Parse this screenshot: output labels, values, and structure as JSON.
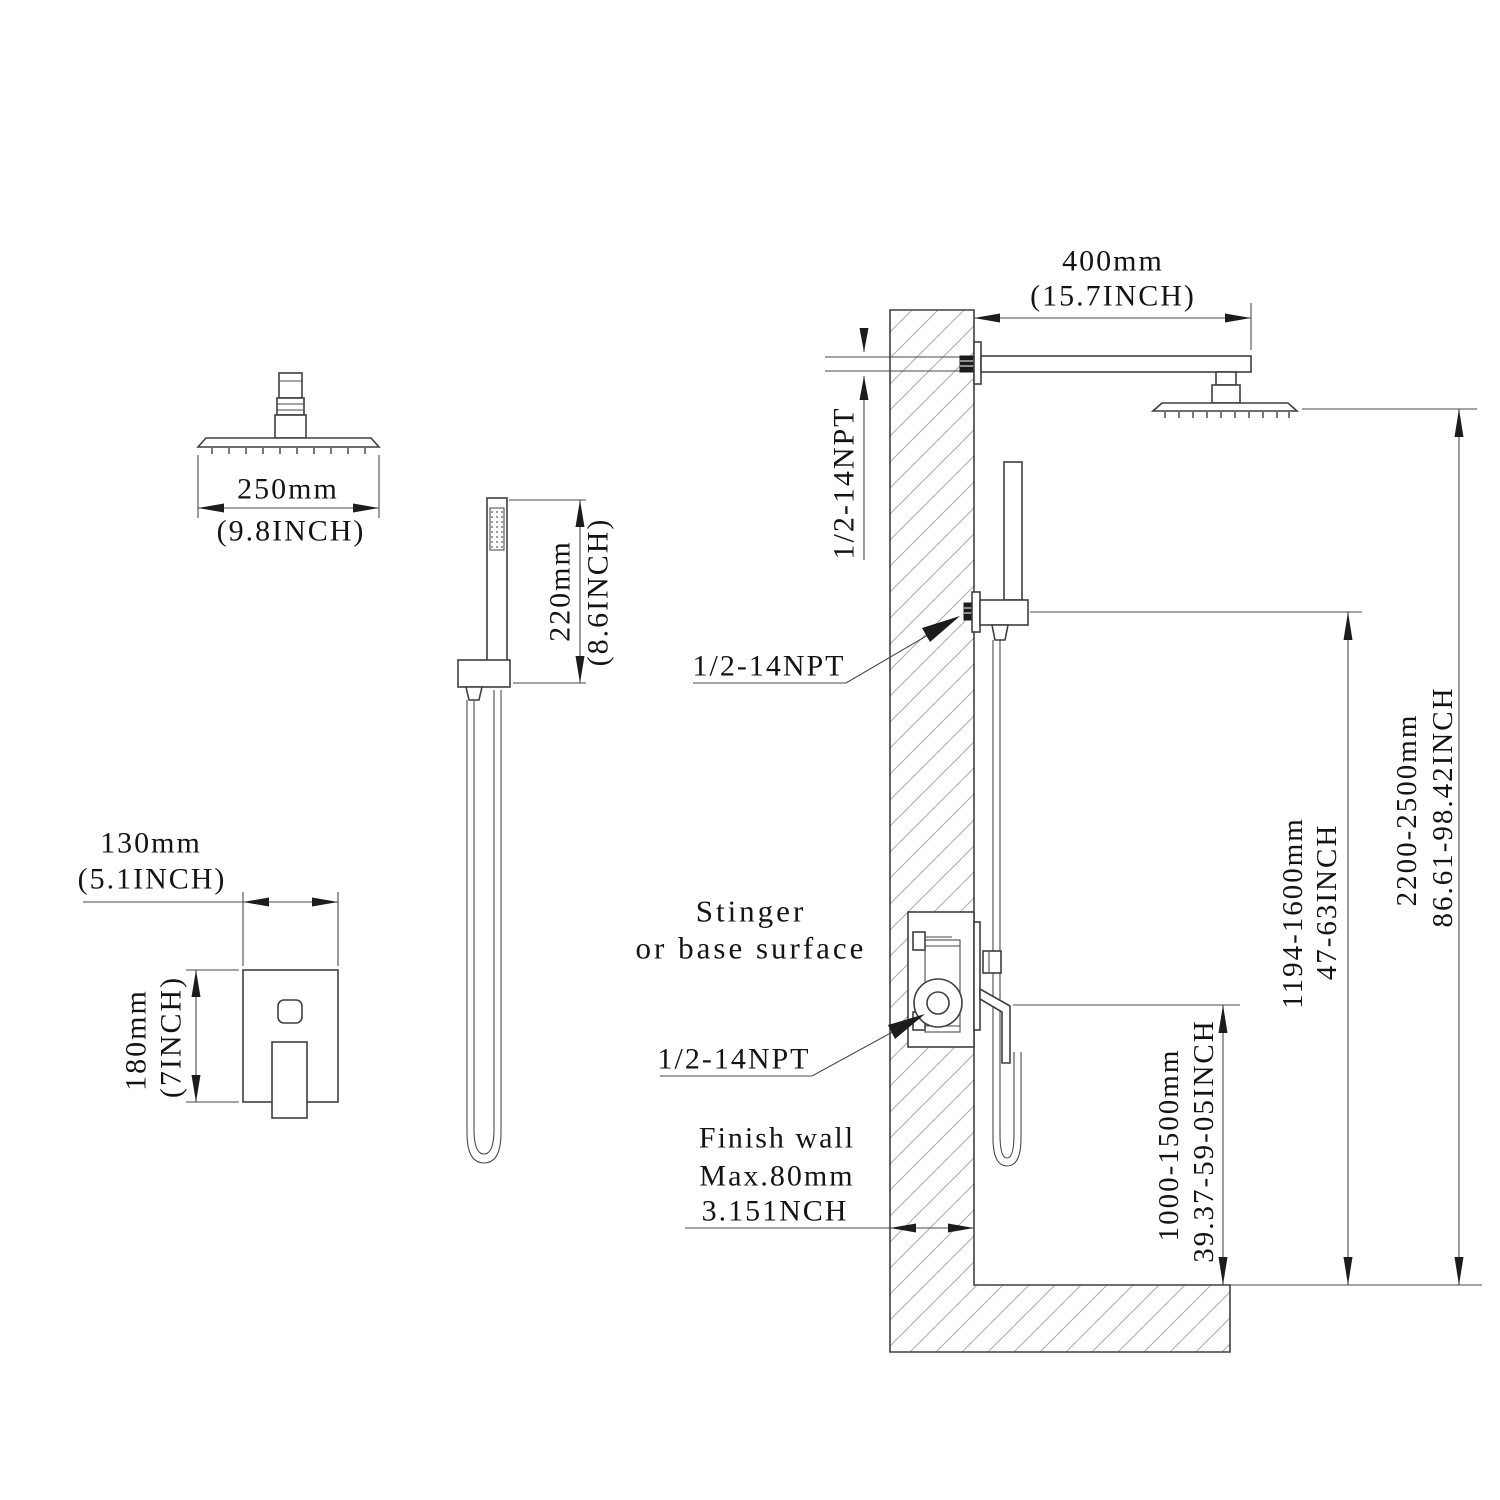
{
  "meta": {
    "drawing_type": "shower-system-installation-dimension-diagram",
    "background": "#ffffff",
    "line_color": "#3f3f3f",
    "hatch_color": "#aaaaaa",
    "text_color": "#141414"
  },
  "labels": {
    "arm_length_mm": "400mm",
    "arm_length_inch": "(15.7INCH)",
    "arm_thread": "1/2-14NPT",
    "head_width_mm": "250mm",
    "head_width_inch": "(9.8INCH)",
    "handheld_length_mm": "220mm",
    "handheld_length_inch": "(8.6INCH)",
    "valve_width_mm": "130mm",
    "valve_width_inch": "(5.1INCH)",
    "valve_height_mm": "180mm",
    "valve_height_inch": "(7INCH)",
    "bracket_thread": "1/2-14NPT",
    "valve_thread": "1/2-14NPT",
    "stinger_line1": "Stinger",
    "stinger_line2": "or base surface",
    "finish_wall_line1": "Finish wall",
    "finish_wall_line2": "Max.80mm",
    "finish_wall_line3": "3.151NCH",
    "valve_height_range_mm": "1000-1500mm",
    "valve_height_range_inch": "39.37-59-05INCH",
    "bracket_height_range_mm": "1194-1600mm",
    "bracket_height_range_inch": "47-63INCH",
    "head_height_range_mm": "2200-2500mm",
    "head_height_range_inch": "86.61-98.42INCH"
  }
}
